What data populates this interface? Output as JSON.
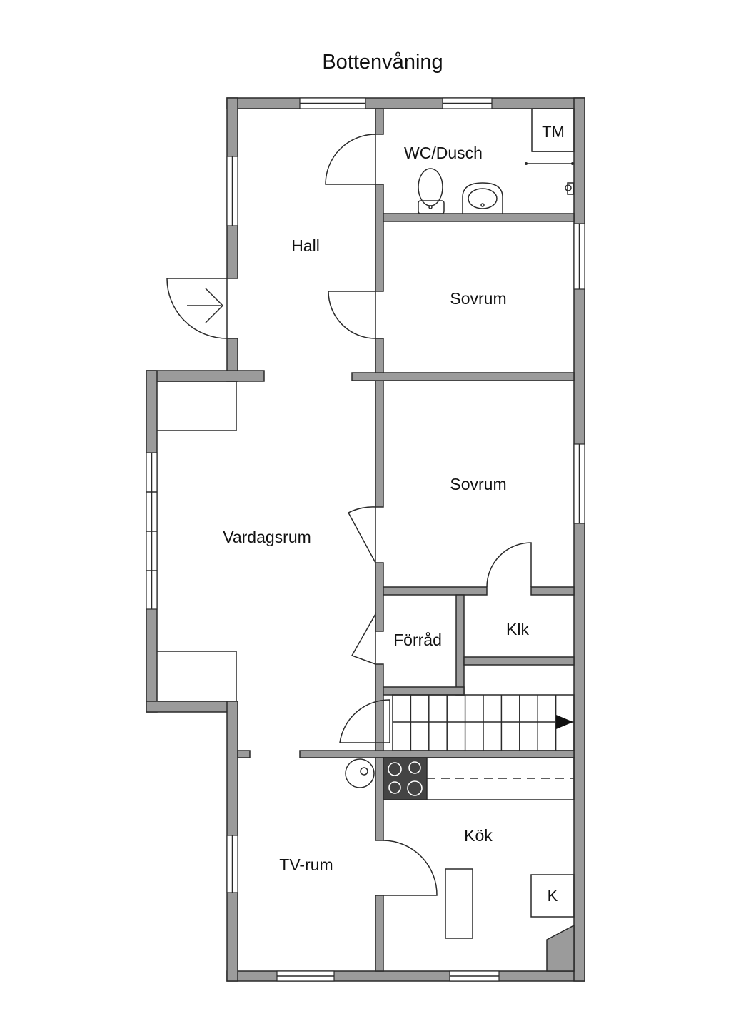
{
  "title": "Bottenvåning",
  "rooms": {
    "wc": "WC/Dusch",
    "tm": "TM",
    "hall": "Hall",
    "sovrum_1": "Sovrum",
    "sovrum_2": "Sovrum",
    "vardagsrum": "Vardagsrum",
    "forrad": "Förråd",
    "klk": "Klk",
    "kok": "Kök",
    "k": "K",
    "tv_rum": "TV-rum"
  },
  "colors": {
    "wall": "#9b9b9b",
    "line": "#2a2a2a",
    "background": "#ffffff"
  }
}
